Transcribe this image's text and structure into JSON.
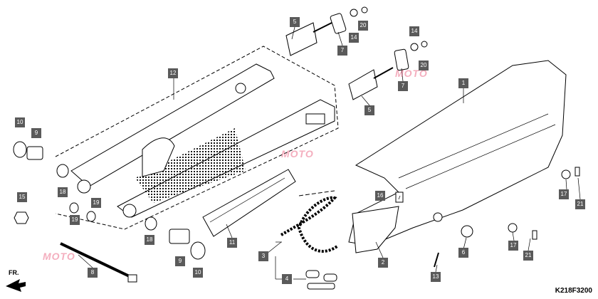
{
  "diagram": {
    "code": "K218F3200",
    "front_marker": "FR.",
    "watermark": "MOTO",
    "callout_color": "#5a5a5a",
    "callouts": {
      "c1": "1",
      "c2": "2",
      "c3": "3",
      "c4": "4",
      "c5a": "5",
      "c5b": "5",
      "c6": "6",
      "c7a": "7",
      "c7b": "7",
      "c8": "8",
      "c9a": "9",
      "c9b": "9",
      "c10a": "10",
      "c10b": "10",
      "c11": "11",
      "c12": "12",
      "c13": "13",
      "c14a": "14",
      "c14b": "14",
      "c15": "15",
      "c16": "16",
      "c17a": "17",
      "c17b": "17",
      "c18a": "18",
      "c18b": "18",
      "c19a": "19",
      "c19b": "19",
      "c20a": "20",
      "c20b": "20",
      "c21a": "21",
      "c21b": "21"
    }
  }
}
